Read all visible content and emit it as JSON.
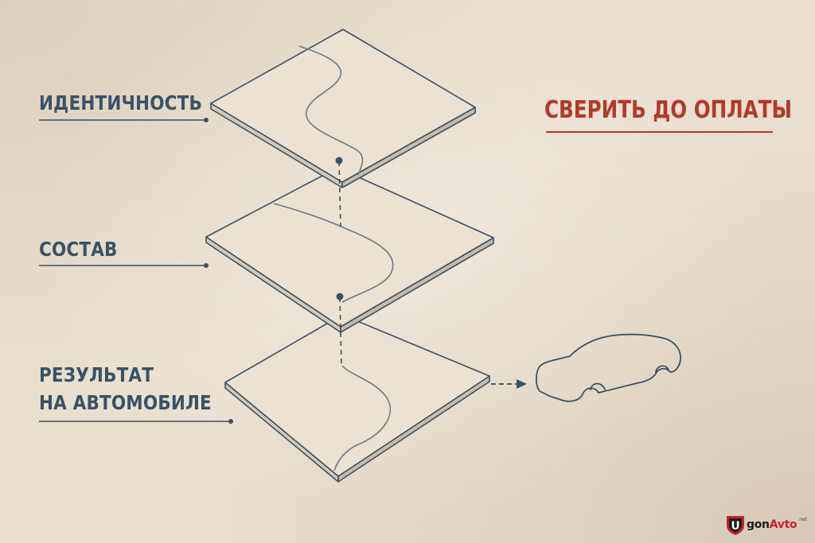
{
  "layers": {
    "identity_label": "ИДЕНТИЧНОСТЬ",
    "composition_label": "СОСТАВ",
    "result_label_line1": "РЕЗУЛЬТАТ",
    "result_label_line2": "НА АВТОМОБИЛЕ"
  },
  "headline": "СВЕРИТЬ ДО ОПЛАТЫ",
  "brand": {
    "letter": "U",
    "name_part1": "gon",
    "name_part2": "Avto",
    "tld": ".net"
  },
  "icons": [
    "car-outline-icon",
    "arrow-right-icon",
    "shield-logo-icon"
  ],
  "colors": {
    "background": "#e9dfcf",
    "ink": "#3b5166",
    "accent": "#b23a2b",
    "curve": "#6f7a82",
    "brand_red": "#c8232a"
  }
}
